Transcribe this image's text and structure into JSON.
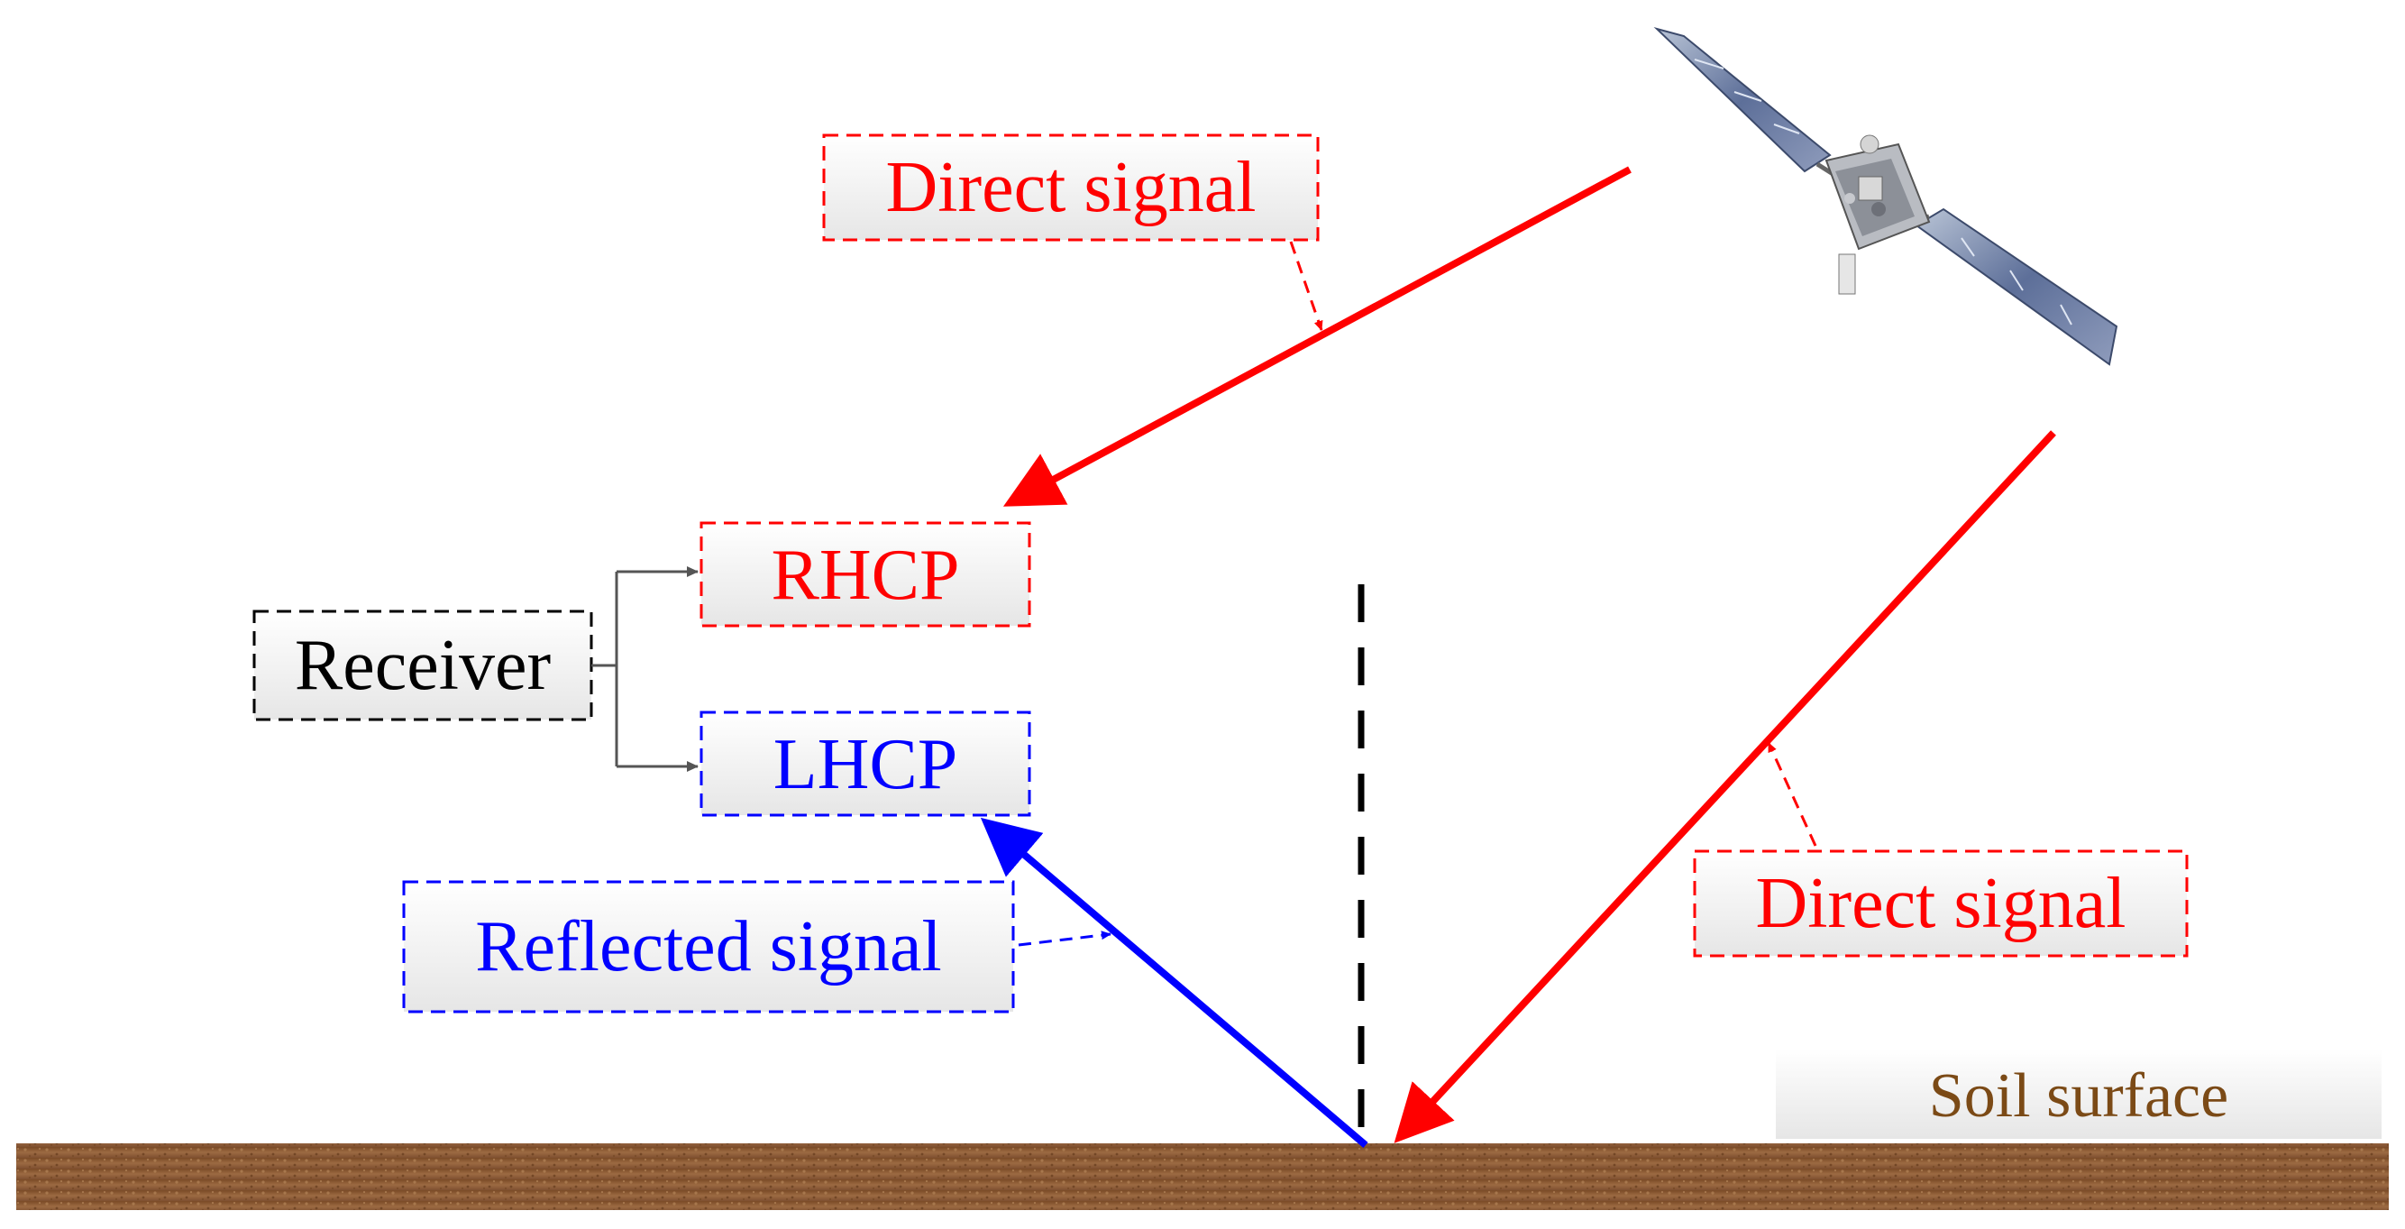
{
  "labels": {
    "direct_signal_top": "Direct signal",
    "direct_signal_bottom": "Direct signal",
    "rhcp": "RHCP",
    "lhcp": "LHCP",
    "receiver": "Receiver",
    "reflected_signal": "Reflected signal",
    "soil_surface": "Soil surface"
  },
  "colors": {
    "direct": "#ff0000",
    "reflected": "#0000ff",
    "receiver": "#000000",
    "soil_text": "#7b4a16",
    "soil": "#8b5a33",
    "connector": "#555555"
  },
  "icons": {
    "satellite": "satellite-icon"
  }
}
